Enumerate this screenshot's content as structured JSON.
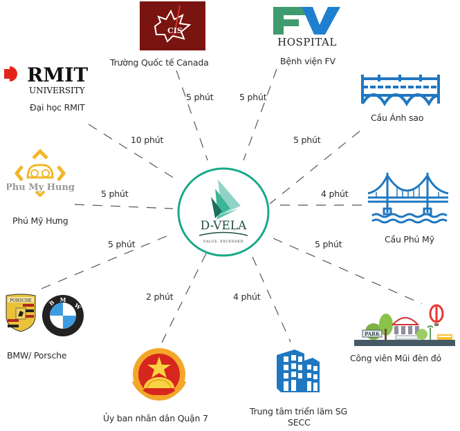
{
  "center": {
    "brand": "D-VELA",
    "tagline": "VALUE. EXCEEDED",
    "ring_color": "#1aa88a"
  },
  "colors": {
    "line": "#555555",
    "icon_blue": "#1f77c0",
    "cis_bg": "#7a1410",
    "fv_green": "#3f9a6d",
    "fv_blue": "#1f7fcf",
    "rmit_red": "#e3241b",
    "pmh_gold": "#f2b729"
  },
  "destinations": [
    {
      "id": "cis",
      "label": "Trường Quốc tế Canada",
      "time": "5 phút",
      "logo_text": "CIS"
    },
    {
      "id": "fv",
      "label": "Bệnh viện FV",
      "time": "5 phút",
      "logo_text": "FV",
      "logo_subtext": "HOSPITAL"
    },
    {
      "id": "rmit",
      "label": "Đại học RMIT",
      "time": "10 phút",
      "logo_text": "RMIT",
      "logo_subtext": "UNIVERSITY"
    },
    {
      "id": "anh-sao",
      "label": "Cầu Ánh sao",
      "time": "5 phút"
    },
    {
      "id": "phu-my-hung",
      "label": "Phú Mỹ Hưng",
      "time": "5 phút",
      "logo_text": "Phu My Hung"
    },
    {
      "id": "phu-my-bridge",
      "label": "Cầu Phú Mỹ",
      "time": "4 phút"
    },
    {
      "id": "bmw-porsche",
      "label": "BMW/ Porsche",
      "time": "5 phút",
      "logo_text": "BMW",
      "logo_subtext": "PORSCHE"
    },
    {
      "id": "park",
      "label": "Công viên Mũi đèn đỏ",
      "time": "5 phút",
      "logo_text": "PARK"
    },
    {
      "id": "ubnd",
      "label": "Ủy ban nhân dân Quận 7",
      "time": "2 phút"
    },
    {
      "id": "secc",
      "label": "Trung tâm triển lãm SG",
      "label2": "SECC",
      "time": "4 phút"
    }
  ]
}
